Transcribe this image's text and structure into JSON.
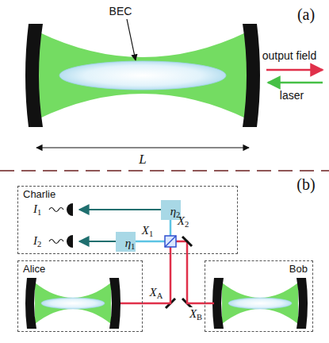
{
  "diagram": {
    "nodes": [
      {
        "text": [
          "Charlie"
        ]
      },
      {
        "text": [
          "η2"
        ],
        "in": 0
      },
      {
        "text": [
          "η1"
        ],
        "in": 0
      },
      {
        "text": [
          "Alice"
        ]
      },
      {
        "text": [
          "Bob"
        ]
      }
    ],
    "edges": [
      {
        "from": 3,
        "to": 0,
        "arrow": "none",
        "label": "XA"
      },
      {
        "from": 4,
        "to": 0,
        "arrow": "none",
        "label": "XB"
      }
    ],
    "labels": [
      "(a)",
      "BEC",
      "output field",
      "laser",
      "L",
      "(b)",
      "I1",
      "X2",
      "X1",
      "I2"
    ]
  }
}
